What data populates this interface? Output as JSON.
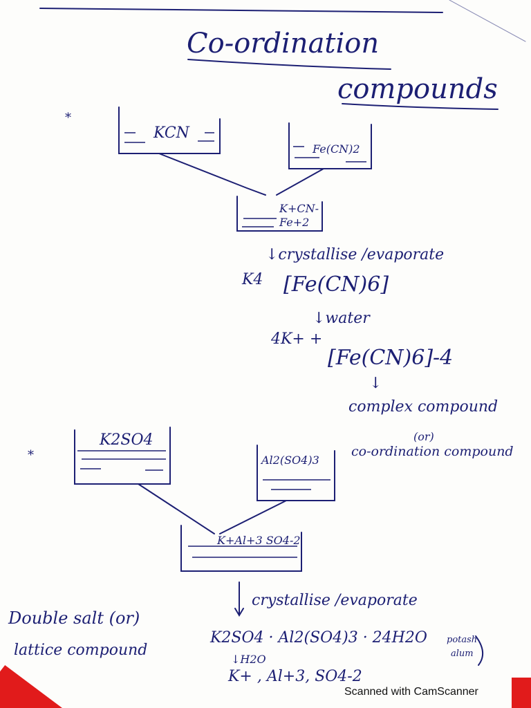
{
  "title": {
    "line1": "Co-ordination",
    "line2": "compounds"
  },
  "section1": {
    "bullet": "*",
    "beaker_left": "KCN",
    "beaker_right": "Fe(CN)2",
    "beaker_mix_line1": "K+CN-",
    "beaker_mix_line2": "Fe+2",
    "step1": "↓crystallise /evaporate",
    "product_prefix": "K4",
    "product_formula": "[Fe(CN)6]",
    "step2": "↓water",
    "ions_prefix": "4K+ +",
    "ions_complex": "[Fe(CN)6]-4",
    "arrow": "↓",
    "result_line1": "complex compound",
    "result_line2": "(or)",
    "result_line3": "co-ordination compound"
  },
  "section2": {
    "bullet": "*",
    "beaker_left": "K2SO4",
    "beaker_right": "Al2(SO4)3",
    "beaker_mix": "K+Al+3 SO4-2",
    "step1": "crystallise /evaporate",
    "note_line1": "Double salt (or)",
    "note_line2": "lattice compound",
    "product": "K2SO4 · Al2(SO4)3 · 24H2O",
    "product_name_line1": "potash",
    "product_name_line2": "alum",
    "step2": "↓H2O",
    "ions": "K+ , Al+3, SO4-2"
  },
  "footer": {
    "scanner": "Scanned with CamScanner"
  },
  "colors": {
    "ink": "#1c1f73",
    "accent": "#e11b1b"
  }
}
